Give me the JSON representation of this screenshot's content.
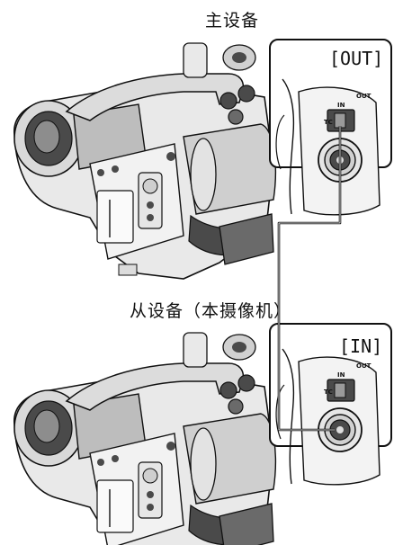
{
  "titles": {
    "master": "主设备",
    "slave": "从设备（本摄像机）"
  },
  "callouts": {
    "top": {
      "port_label": "[OUT]",
      "switch_in": "IN",
      "switch_out": "OUT",
      "tc": "TC"
    },
    "bottom": {
      "port_label": "[IN]",
      "switch_in": "IN",
      "switch_out": "OUT",
      "tc": "TC"
    }
  },
  "colors": {
    "line": "#111111",
    "body": "#e9e9e9",
    "shade": "#bdbdbd",
    "dark": "#4a4a4a"
  }
}
